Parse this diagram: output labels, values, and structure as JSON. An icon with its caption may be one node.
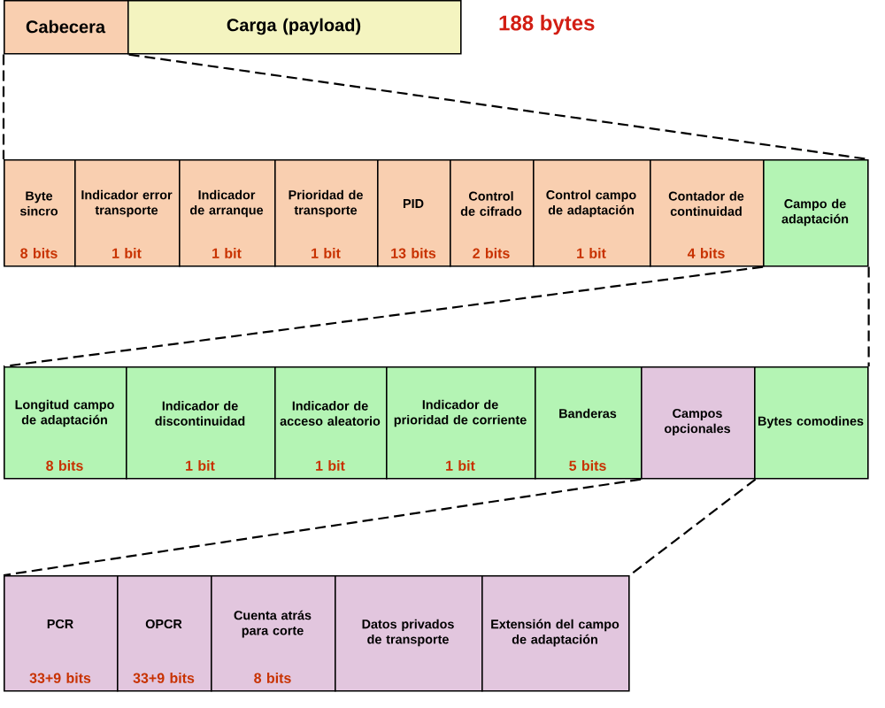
{
  "diagram": {
    "nodes": [
      {
        "text": [
          "Cabecera"
        ]
      },
      {
        "text": [
          "Carga (payload)"
        ]
      },
      {
        "text": [
          "Byte sincro",
          "8 bits"
        ]
      },
      {
        "text": [
          "Indicador error transporte",
          "1 bit"
        ]
      },
      {
        "text": [
          "Indicador de arranque",
          "1 bit"
        ]
      },
      {
        "text": [
          "Prioridad de transporte",
          "1 bit"
        ]
      },
      {
        "text": [
          "PID",
          "13 bits"
        ]
      },
      {
        "text": [
          "Control de cifrado",
          "2 bits"
        ]
      },
      {
        "text": [
          "Control campo de adaptación",
          "1 bit"
        ]
      },
      {
        "text": [
          "Contador de continuidad",
          "4 bits"
        ]
      },
      {
        "text": [
          "Campo de adaptación"
        ]
      },
      {
        "text": [
          "Longitud campo de adaptación",
          "8 bits"
        ]
      },
      {
        "text": [
          "Indicador de discontinuidad",
          "1 bit"
        ]
      },
      {
        "text": [
          "Indicador de acceso aleatorio",
          "1 bit"
        ]
      },
      {
        "text": [
          "Indicador de prioridad de corriente",
          "1 bit"
        ]
      },
      {
        "text": [
          "Banderas",
          "5 bits"
        ]
      },
      {
        "text": [
          "Campos opcionales"
        ]
      },
      {
        "text": [
          "Bytes comodines"
        ]
      },
      {
        "text": [
          "PCR",
          "33+9 bits"
        ]
      },
      {
        "text": [
          "OPCR",
          "33+9 bits"
        ]
      },
      {
        "text": [
          "Cuenta atrás para corte",
          "8 bits"
        ]
      },
      {
        "text": [
          "Datos privados de transporte"
        ]
      },
      {
        "text": [
          "Extensión del campo de adaptación"
        ]
      }
    ],
    "edges": [
      {
        "from": 0,
        "to": 2,
        "arrow": "none",
        "style": "dashed"
      },
      {
        "from": 0,
        "to": 10,
        "arrow": "none",
        "style": "dashed"
      },
      {
        "from": 10,
        "to": 11,
        "arrow": "none",
        "style": "dashed"
      },
      {
        "from": 10,
        "to": 17,
        "arrow": "none",
        "style": "dashed"
      },
      {
        "from": 16,
        "to": 18,
        "arrow": "none",
        "style": "dashed"
      },
      {
        "from": 16,
        "to": 22,
        "arrow": "none",
        "style": "dashed"
      }
    ],
    "labels": [
      "188 bytes"
    ]
  }
}
